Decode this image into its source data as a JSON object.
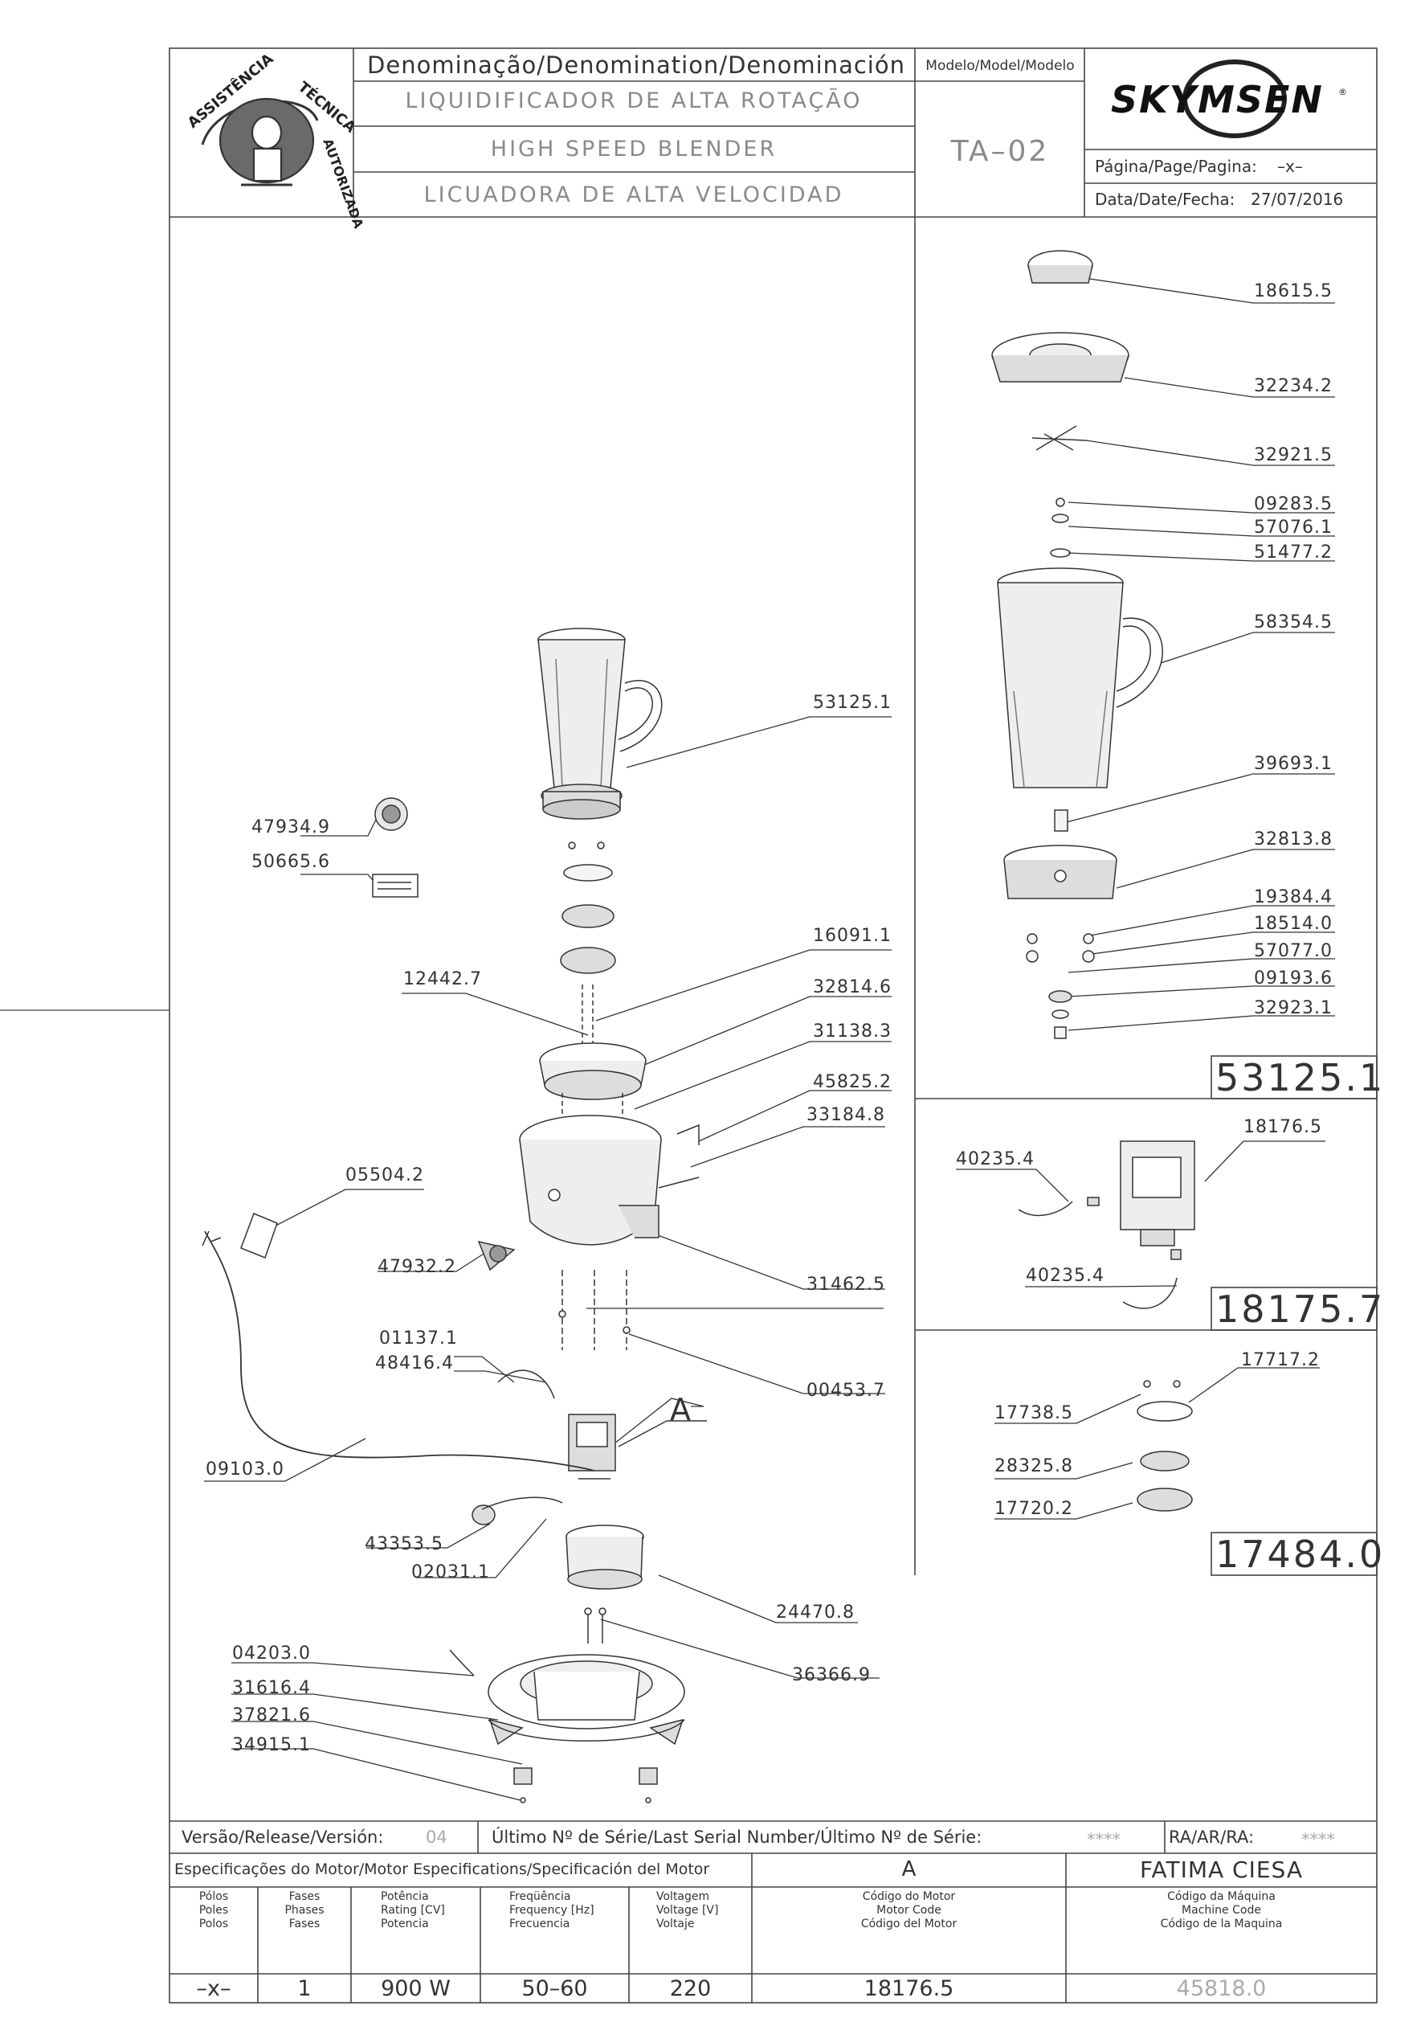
{
  "header": {
    "denomination_label": "Denominação/Denomination/Denominación",
    "name_pt": "LIQUIDIFICADOR DE ALTA ROTAÇÃO",
    "name_en": "HIGH SPEED BLENDER",
    "name_es": "LICUADORA DE ALTA VELOCIDAD",
    "model_label": "Modelo/Model/Modelo",
    "model_value": "TA–02",
    "brand": "SKYMSEN",
    "page_label": "Página/Page/Pagina:",
    "page_value": "–x–",
    "date_label": "Data/Date/Fecha:",
    "date_value": "27/07/2016",
    "seal_text": "ASSISTÊNCIA TÉCNICA AUTORIZADA"
  },
  "part_labels": {
    "p53125_1_main": "53125.1",
    "p47934_9": "47934.9",
    "p50665_6": "50665.6",
    "p16091_1": "16091.1",
    "p12442_7": "12442.7",
    "p32814_6": "32814.6",
    "p31138_3": "31138.3",
    "p45825_2": "45825.2",
    "p33184_8": "33184.8",
    "p05504_2": "05504.2",
    "p47932_2": "47932.2",
    "p31462_5": "31462.5",
    "p00453_7": "00453.7",
    "p01137_1": "01137.1",
    "p48416_4": "48416.4",
    "detail_A": "A",
    "p09103_0": "09103.0",
    "p43353_5": "43353.5",
    "p02031_1": "02031.1",
    "p24470_8": "24470.8",
    "p36366_9": "36366.9",
    "p04203_0": "04203.0",
    "p31616_4": "31616.4",
    "p37821_6": "37821.6",
    "p34915_1": "34915.1",
    "p18615_5": "18615.5",
    "p32234_2": "32234.2",
    "p32921_5": "32921.5",
    "p09283_5": "09283.5",
    "p57076_1": "57076.1",
    "p51477_2": "51477.2",
    "p58354_5": "58354.5",
    "p39693_1": "39693.1",
    "p32813_8": "32813.8",
    "p19384_4": "19384.4",
    "p18514_0": "18514.0",
    "p57077_0": "57077.0",
    "p09193_6": "09193.6",
    "p32923_1": "32923.1",
    "p18176_5": "18176.5",
    "p40235_4_a": "40235.4",
    "p40235_4_b": "40235.4",
    "p17717_2": "17717.2",
    "p17738_5": "17738.5",
    "p28325_8": "28325.8",
    "p17720_2": "17720.2"
  },
  "detail_boxes": {
    "jar_assembly": "53125.1",
    "motor_assembly": "18175.7",
    "coupling_assembly": "17484.0"
  },
  "footer": {
    "release_label": "Versão/Release/Versión:",
    "release_value": "04",
    "serial_label": "Último Nº de Série/Last Serial Number/Último Nº de Série:",
    "serial_value": "****",
    "ra_label": "RA/AR/RA:",
    "ra_value": "****",
    "motor_spec_label": "Especificações do Motor/Motor Especifications/Specificación del Motor",
    "motor_detail": "A",
    "manufacturer": "FATIMA CIESA",
    "poles_header": "Pólos\nPoles\nPolos",
    "phases_header": "Fases\nPhases\nFases",
    "power_header": "Potência\nRating [CV]\nPotencia",
    "frequency_header": "Freqüência\nFrequency [Hz]\nFrecuencia",
    "voltage_header": "Voltagem\nVoltage [V]\nVoltaje",
    "motor_code_header": "Código do Motor\nMotor Code\nCódigo del Motor",
    "machine_code_header": "Código da Máquina\nMachine Code\nCódigo de la Maquina",
    "poles_value": "–x–",
    "phases_value": "1",
    "power_value": "900 W",
    "frequency_value": "50–60",
    "voltage_value": "220",
    "motor_code_value": "18176.5",
    "machine_code_value": "45818.0"
  }
}
